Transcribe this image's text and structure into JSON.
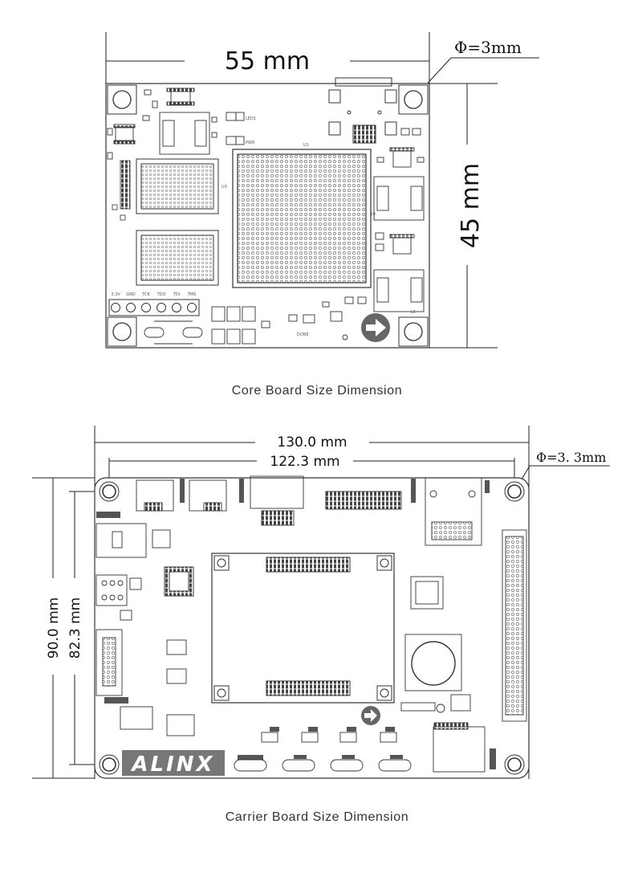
{
  "core_board": {
    "width_label": "55 mm",
    "height_label": "45 mm",
    "hole_label": "Φ=3mm",
    "caption": "Core Board Size Dimension",
    "silk": {
      "jtag": [
        "3.3V",
        "GND",
        "TCK",
        "TDO",
        "TDI",
        "TMS"
      ],
      "led1": "LED1",
      "pwr": "PWR",
      "u3": "U3",
      "u1": "U1",
      "l4": "L4",
      "l5": "L5",
      "done": "DONE"
    }
  },
  "carrier_board": {
    "width_outer_label": "130.0 mm",
    "width_inner_label": "122.3 mm",
    "height_outer_label": "90.0 mm",
    "height_inner_label": "82.3 mm",
    "hole_label": "Φ=3. 3mm",
    "logo": "ALINX",
    "caption": "Carrier Board Size Dimension"
  }
}
